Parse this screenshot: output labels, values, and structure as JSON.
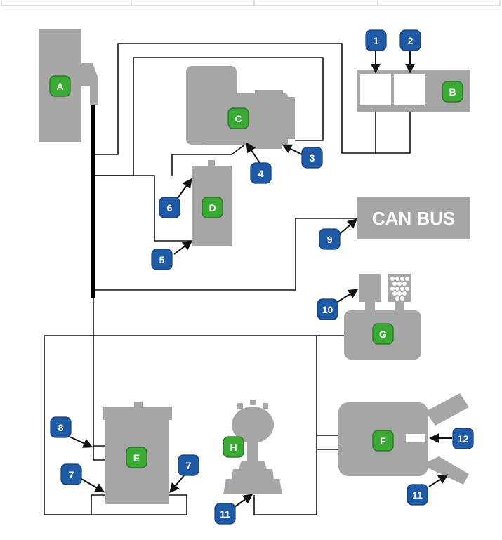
{
  "components": {
    "A": "A",
    "B": "B",
    "C": "C",
    "D": "D",
    "E": "E",
    "F": "F",
    "G": "G",
    "H": "H"
  },
  "callouts": {
    "c1": "1",
    "c2": "2",
    "c3": "3",
    "c4": "4",
    "c5": "5",
    "c6": "6",
    "c7": "7",
    "c8": "8",
    "c9": "9",
    "c10": "10",
    "c11": "11",
    "c12": "12"
  },
  "can_bus_label": "CAN BUS",
  "colors": {
    "component_fill": "#a6a6a6",
    "wire": "#111111",
    "letter_badge": "#3aaa35",
    "number_badge": "#1f5aa6"
  }
}
